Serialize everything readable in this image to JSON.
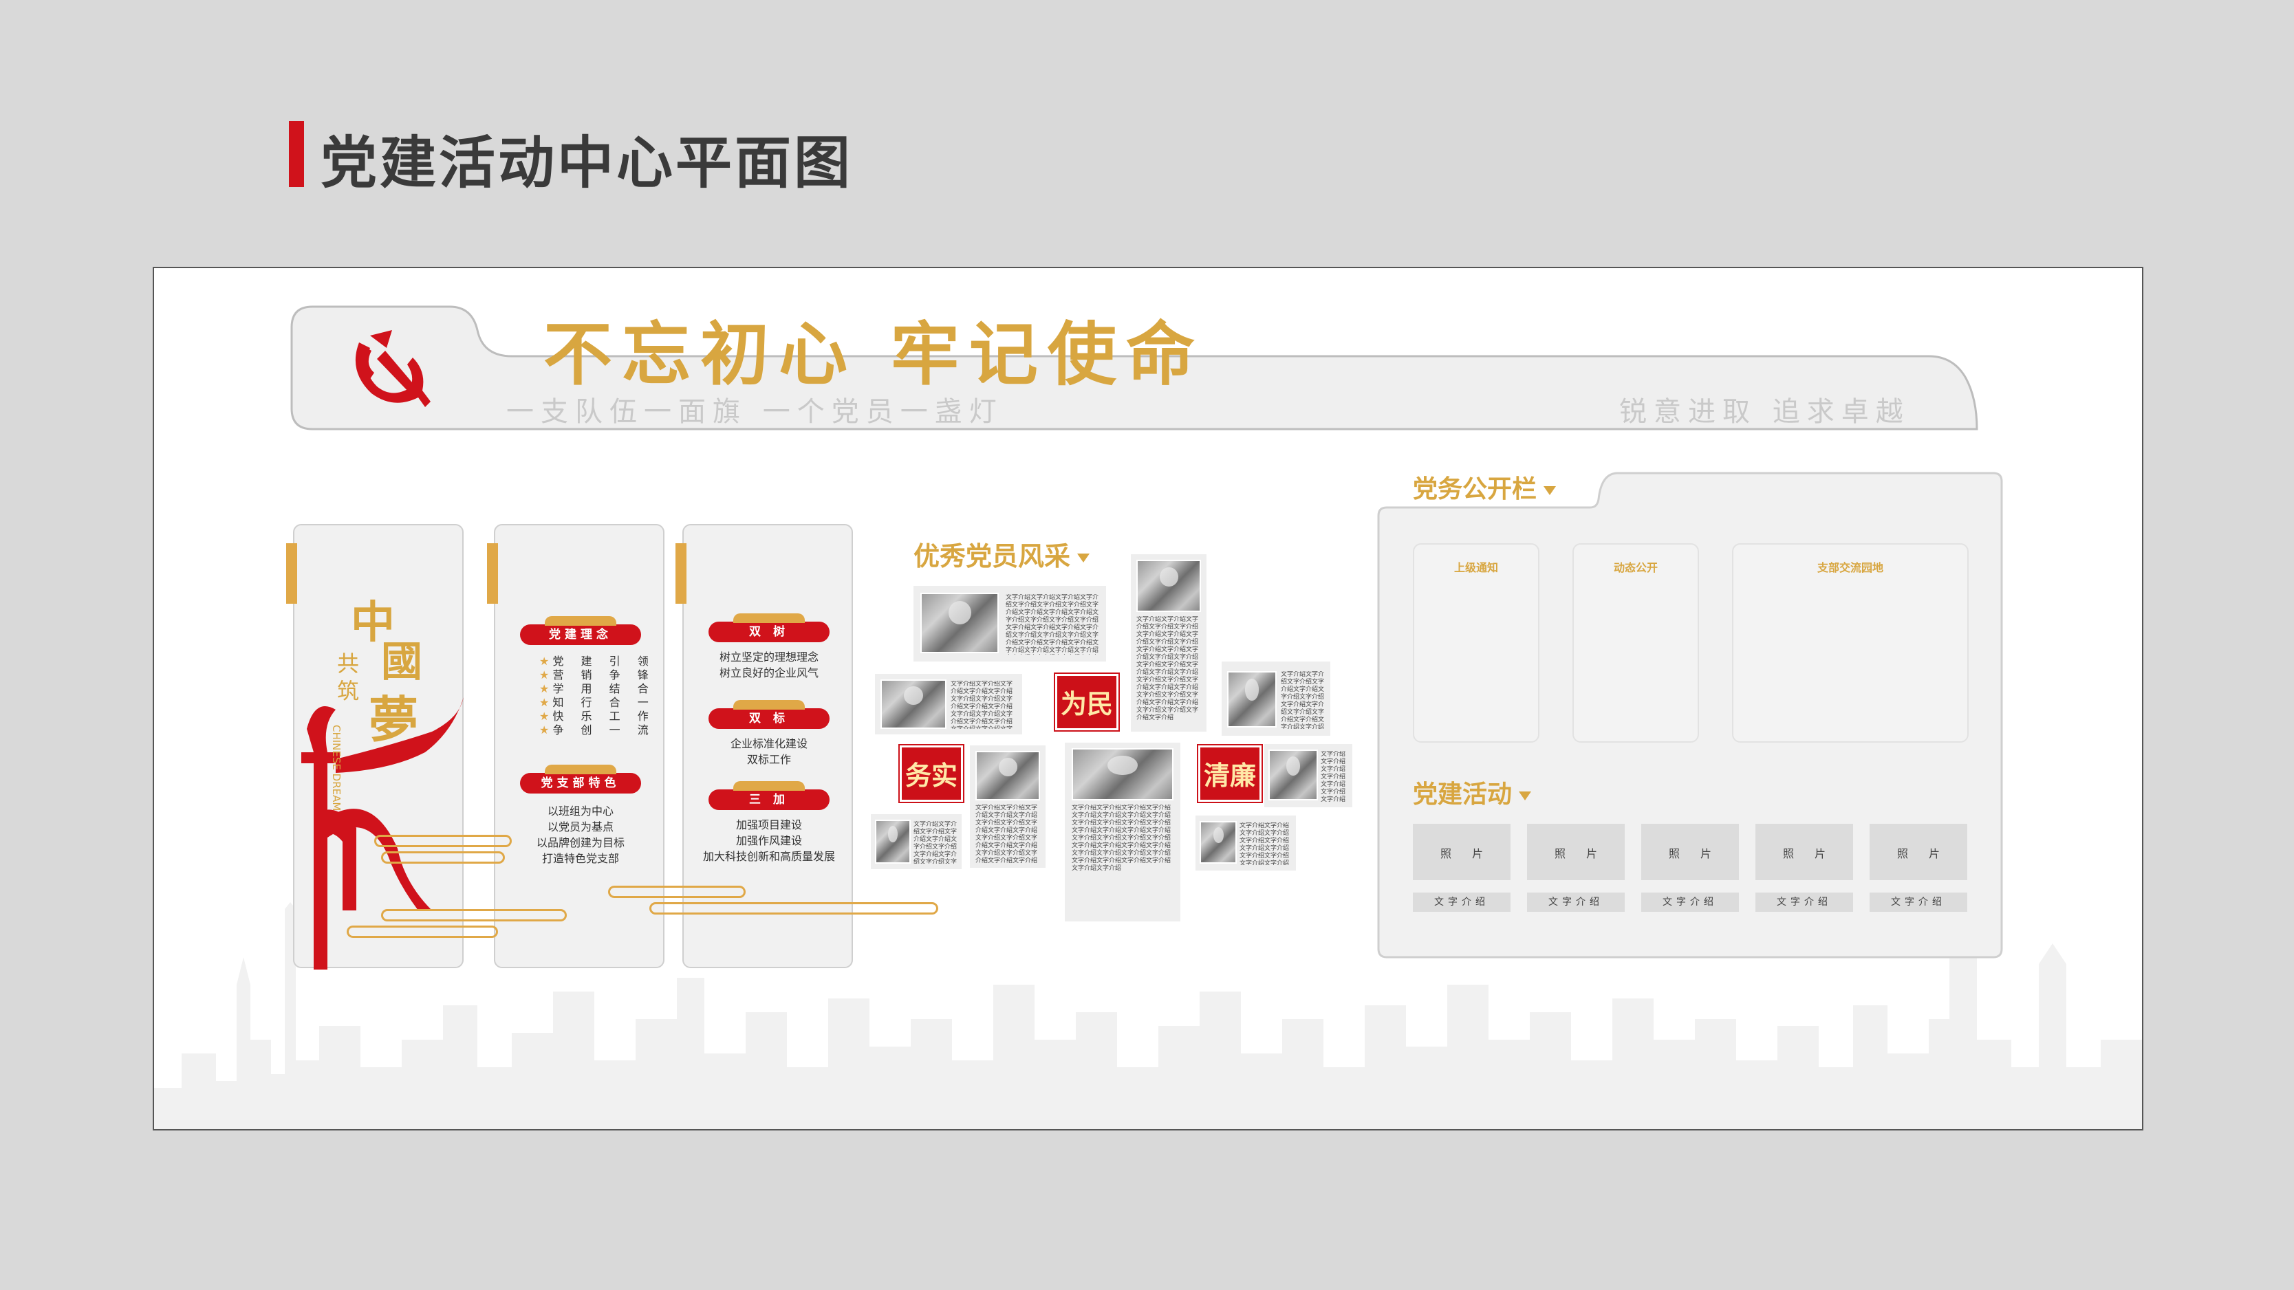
{
  "page_title": "党建活动中心平面图",
  "banner": {
    "slogan_main": "不忘初心  牢记使命",
    "slogan_sub_left": "一支队伍一面旗   一个党员一盏灯",
    "slogan_sub_right": "锐意进取  追求卓越"
  },
  "dream_panel": {
    "text_gong": "共",
    "text_zhu": "筑",
    "text_zhong": "中",
    "text_guo": "國",
    "text_meng": "夢",
    "text_english": "CHINESE DREAM"
  },
  "panel_ideas": {
    "pill_1": "党建理念",
    "list_1": [
      "党 建 引 领",
      "营 销 争 锋",
      "学 用 结 合",
      "知 行 合 一",
      "快 乐 工 作",
      "争 创 一 流"
    ],
    "pill_2": "党支部特色",
    "lines_2": [
      "以班组为中心",
      "以党员为基点",
      "以品牌创建为目标",
      "打造特色党支部"
    ]
  },
  "panel_goals": {
    "pill_1": "双 树",
    "lines_1": [
      "树立坚定的理想理念",
      "树立良好的企业风气"
    ],
    "pill_2": "双 标",
    "lines_2": [
      "企业标准化建设",
      "双标工作"
    ],
    "pill_3": "三 加",
    "lines_3": [
      "加强项目建设",
      "加强作风建设",
      "加大科技创新和高质量发展"
    ]
  },
  "members": {
    "title": "优秀党员风采",
    "red_boxes": [
      "为民",
      "务实",
      "清廉"
    ],
    "filler_text": "文字介绍文字介绍文字介绍文字介绍文字介绍文字介绍文字介绍文字介绍文字介绍文字介绍文字介绍文字介绍文字介绍文字介绍文字介绍文字介绍文字介绍文字介绍文字介绍文字介绍文字介绍文字介绍文字介绍文字介绍文字介绍文字介绍文字介绍文字介绍文字介绍文字介绍文字介绍文字介绍文字介绍文字介绍"
  },
  "affairs": {
    "title": "党务公开栏",
    "slots": [
      "上级通知",
      "动态公开",
      "支部交流园地"
    ],
    "activity_title": "党建活动",
    "photo_label": "照片",
    "caption": "文字介绍"
  },
  "colors": {
    "party_red": "#d0121b",
    "gold": "#d8a640",
    "panel_gray": "#f1f1f1"
  }
}
